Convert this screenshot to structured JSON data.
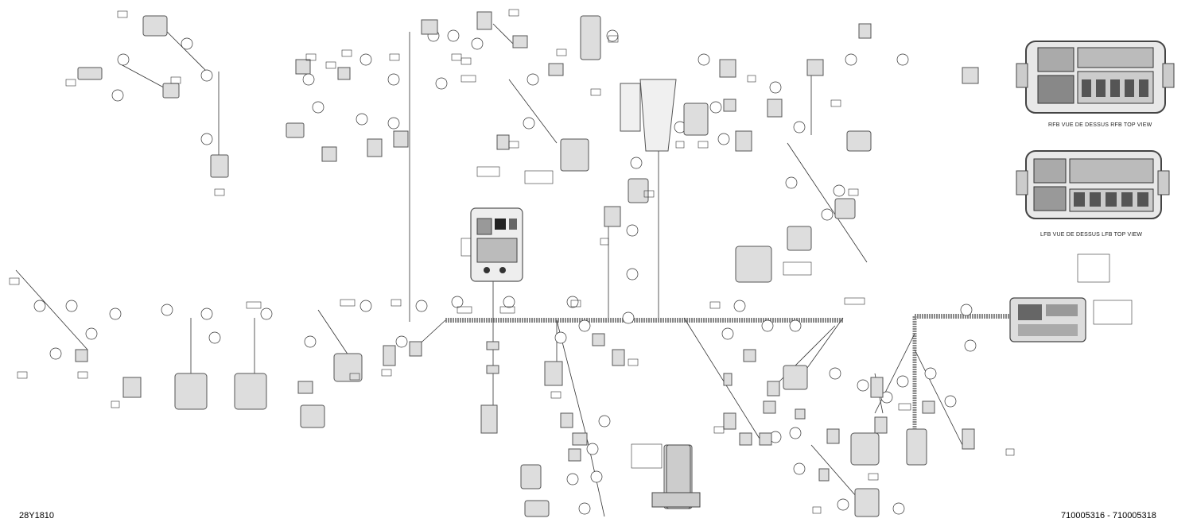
{
  "captions": {
    "rfb_top_view": "RFB VUE DE DESSUS RFB TOP VIEW",
    "lfb_top_view": "LFB VUE DE DESSUS LFB TOP VIEW"
  },
  "corner_codes": {
    "drawing_number": "28Y1810",
    "part_numbers": "710005316 - 710005318"
  },
  "colors": {
    "line": "#333333",
    "component": "#555555",
    "harness_trunk": "#888888",
    "background": "#ffffff"
  },
  "icons": {
    "connector": "connector-icon",
    "callout": "callout-bubble-icon",
    "fuse_box": "fuse-box-icon"
  }
}
